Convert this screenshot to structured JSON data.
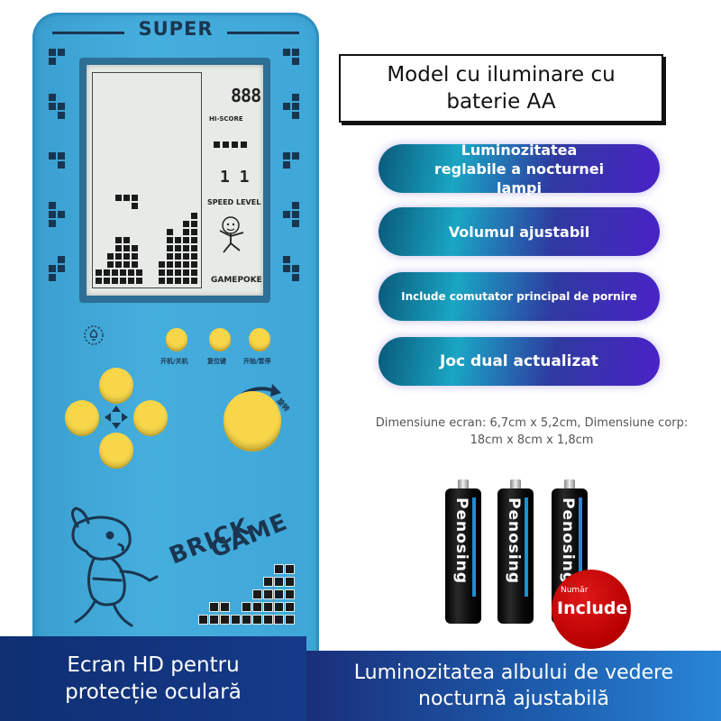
{
  "console": {
    "brand": "SUPER",
    "screen": {
      "score": "888",
      "hiscore_label": "HI-SCORE",
      "digits": "1 1",
      "speed_level_label": "SPEED LEVEL",
      "gamepoke_label": "GAMEPOKE"
    },
    "buttons": {
      "power_label": "开机/关机",
      "reset_label": "复位键",
      "start_pause_label": "开始/暂停",
      "rotate_label": "旋转"
    },
    "decal": {
      "line1": "BRICK",
      "line2": "GAME"
    }
  },
  "title_box": {
    "text": "Model cu iluminare cu baterie AA"
  },
  "features": [
    {
      "label": "Luminozitatea reglabile a nocturnei lampi"
    },
    {
      "label": "Volumul ajustabil"
    },
    {
      "label": "Include comutator principal de pornire"
    },
    {
      "label": "Joc dual actualizat"
    }
  ],
  "dimensions": {
    "text": "Dimensiune ecran: 6,7cm x 5,2cm, Dimensiune corp: 18cm x 8cm x 1,8cm"
  },
  "batteries": {
    "brand": "Penosing",
    "count": 3,
    "badge_top": "Număr",
    "badge_main": "Include"
  },
  "banners": {
    "left": "Ecran HD pentru protecție oculară",
    "right": "Luminozitatea albului de vedere nocturnă ajustabilă"
  },
  "colors": {
    "console_blue": "#45aedd",
    "button_yellow": "#f7d64a",
    "banner_navy": "#0f2f72"
  }
}
